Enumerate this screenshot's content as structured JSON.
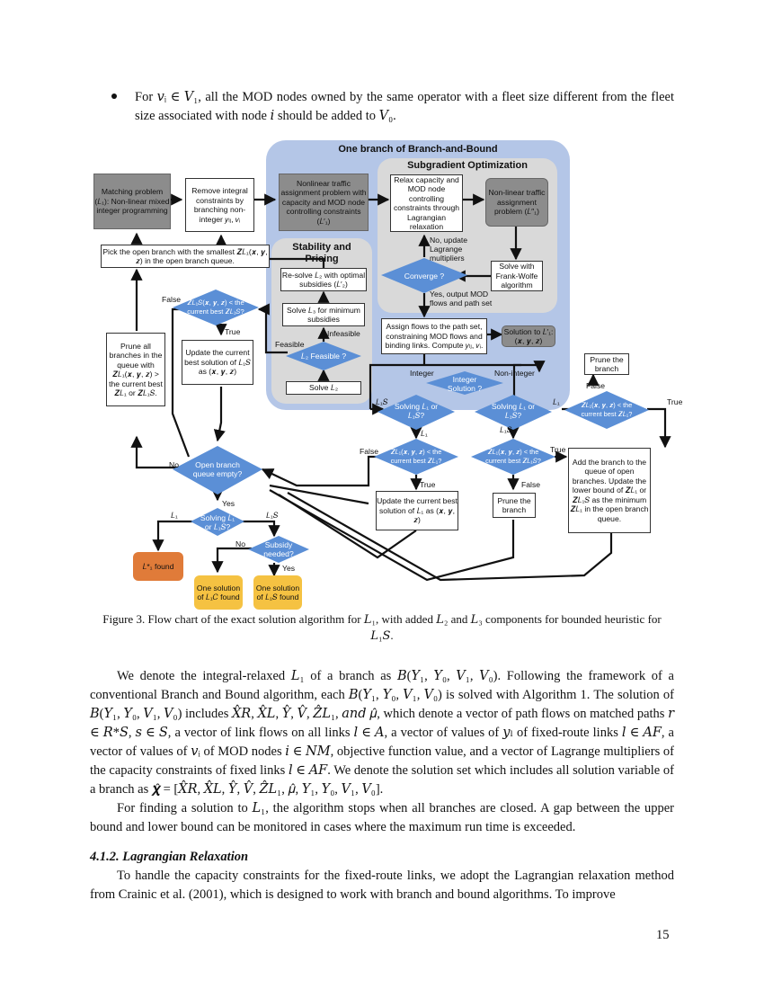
{
  "bullet": "For 𝑣ᵢ ∈ 𝑉₁, all the MOD nodes owned by the same operator with a fleet size different from the fleet size associated with node 𝑖 should be added to 𝑉₀.",
  "flowchart": {
    "outer_title": "One branch of Branch-and-Bound",
    "subgrad_title": "Subgradient Optimization",
    "stability_title": "Stability and Pricing",
    "matching": "Matching problem (𝐿₁): Non-linear mixed integer programming",
    "remove_integral": "Remove integral constraints by branching non-integer 𝑦ₗⱼ, 𝑣ᵢ",
    "nonlinear_traffic": "Nonlinear traffic assignment problem with capacity and MOD node controlling constraints (𝐿′₁)",
    "relax_capacity": "Relax capacity and MOD node controlling constraints through Lagrangian relaxation",
    "nonlinear_assign": "Non-linear traffic assignment problem (𝐿″₁)",
    "pick_open": "Pick the open branch with the smallest 𝒁𝐿₁(𝒙, 𝒚, 𝒛) in the open branch queue.",
    "resolve_l2": "Re-solve 𝐿₂ with optimal subsidies (𝐿′₂)",
    "solve_l3": "Solve 𝐿₃ for minimum subsidies",
    "solve_l2": "Solve 𝐿₂",
    "solve_fw": "Solve with Frank-Wolfe algorithm",
    "no_update": "No, update Lagrange multipliers",
    "converge": "Converge ?",
    "yes_output": "Yes, output MOD flows and path set",
    "assign_flows": "Assign flows to the path set, constraining MOD flows and binding links. Compute 𝑦ₗⱼ, 𝑣ᵢ.",
    "solution_l1p": "Solution to 𝐿′₁: (𝒙, 𝒚, 𝒛)",
    "prune_all": "Prune all branches in the queue with 𝒁𝐿₁(𝒙, 𝒚, 𝒛) > the current best 𝒁𝐿₁ or 𝒁𝐿₁𝑆.",
    "zl1s_diamond": "𝒁𝐿₁𝑆(𝒙, 𝒚, 𝒛) < the current best 𝒁𝐿₁𝑆?",
    "update_l1s": "Update the current best solution of 𝐿₁𝑆 as (𝒙, 𝒚, 𝒛)",
    "l2_feasible": "𝐿₂ Feasible ?",
    "integer_solution": "Integer Solution ?",
    "integer": "Integer",
    "non_integer": "Non-integer",
    "prune_branch_top": "Prune the branch",
    "solving_l1_l1s": "Solving 𝐿₁ or 𝐿₁𝑆?",
    "zl1_lt_best": "𝒁𝐿₁(𝒙, 𝒚, 𝒛) < the current best 𝒁𝐿₁?",
    "zl1s_lt_best": "𝒁𝐿₁(𝒙, 𝒚, 𝒛) < the current best 𝒁𝐿₁𝑆?",
    "add_branch": "Add the branch to the queue of open branches. Update the lower bound of 𝒁𝐿₁ or 𝒁𝐿₁𝑆 as the minimum 𝒁𝐿₁ in the open branch queue.",
    "open_queue_empty": "Open branch queue empty?",
    "update_l1": "Update the current best solution of 𝐿₁ as (𝒙, 𝒚, 𝒛)",
    "prune_branch": "Prune the branch",
    "subsidy_needed": "Subsidy needed?",
    "l1_found": "𝐿*₁ found",
    "one_sol_l1c": "One solution of 𝐿₁𝐶 found",
    "one_sol_l1s": "One solution of 𝐿₁𝑆 found",
    "true": "True",
    "false": "False",
    "yes": "Yes",
    "no": "No",
    "feasible": "Feasible",
    "infeasible": "Infeasible",
    "l1": "𝐿₁",
    "l1s": "𝐿₁𝑆"
  },
  "caption": "Figure 3. Flow chart of the exact solution algorithm for 𝐿₁, with added 𝐿₂ and 𝐿₃ components for bounded heuristic for 𝐿₁𝑆.",
  "para1": "We denote the integral-relaxed 𝐿₁ of a branch as 𝐵(𝑌₁, 𝑌₀, 𝑉₁, 𝑉₀). Following the framework of a conventional Branch and Bound algorithm, each 𝐵(𝑌₁, 𝑌₀, 𝑉₁, 𝑉₀) is solved with Algorithm 1. The solution of 𝐵(𝑌₁, 𝑌₀, 𝑉₁, 𝑉₀) includes 𝑋̂𝑅, 𝑋̂𝐿, 𝑌̂, 𝑉̂, 𝑍̂𝐿₁, 𝑎𝑛𝑑 𝜇̂, which denote a vector of path flows on matched paths 𝑟 ∈ 𝑅*𝑆, 𝑠 ∈ 𝑆, a vector of link flows on all links 𝑙 ∈ 𝐴, a vector of values of 𝑦ₗ of fixed-route links 𝑙 ∈ 𝐴𝐹, a vector of values of 𝑣ᵢ of MOD nodes 𝑖 ∈ 𝑁𝑀, objective function value, and a vector of Lagrange multipliers of the capacity constraints of fixed links 𝑙 ∈ 𝐴𝐹. We denote the solution set which includes all solution variable of a branch as 𝝌̂ = [𝑋̂𝑅, 𝑋̂𝐿, 𝑌̂, 𝑉̂, 𝑍̂𝐿₁, 𝜇̂, 𝑌₁, 𝑌₀, 𝑉₁, 𝑉₀].",
  "para2": "For finding a solution to 𝐿₁, the algorithm stops when all branches are closed. A gap between the upper bound and lower bound can be monitored in cases where the maximum run time is exceeded.",
  "heading": "4.1.2. Lagrangian Relaxation",
  "para3": "To handle the capacity constraints for the fixed-route links, we adopt the Lagrangian relaxation method from Crainic et al. (2001), which is designed to work with branch and bound algorithms. To improve",
  "page_number": "15",
  "colors": {
    "panel_outer": "#b4c6e7",
    "panel_inner": "#d9d9d9",
    "gray_box": "#8c8c8c",
    "diamond": "#5b8fd6",
    "orange": "#e07b39",
    "yellow": "#f5c242"
  }
}
